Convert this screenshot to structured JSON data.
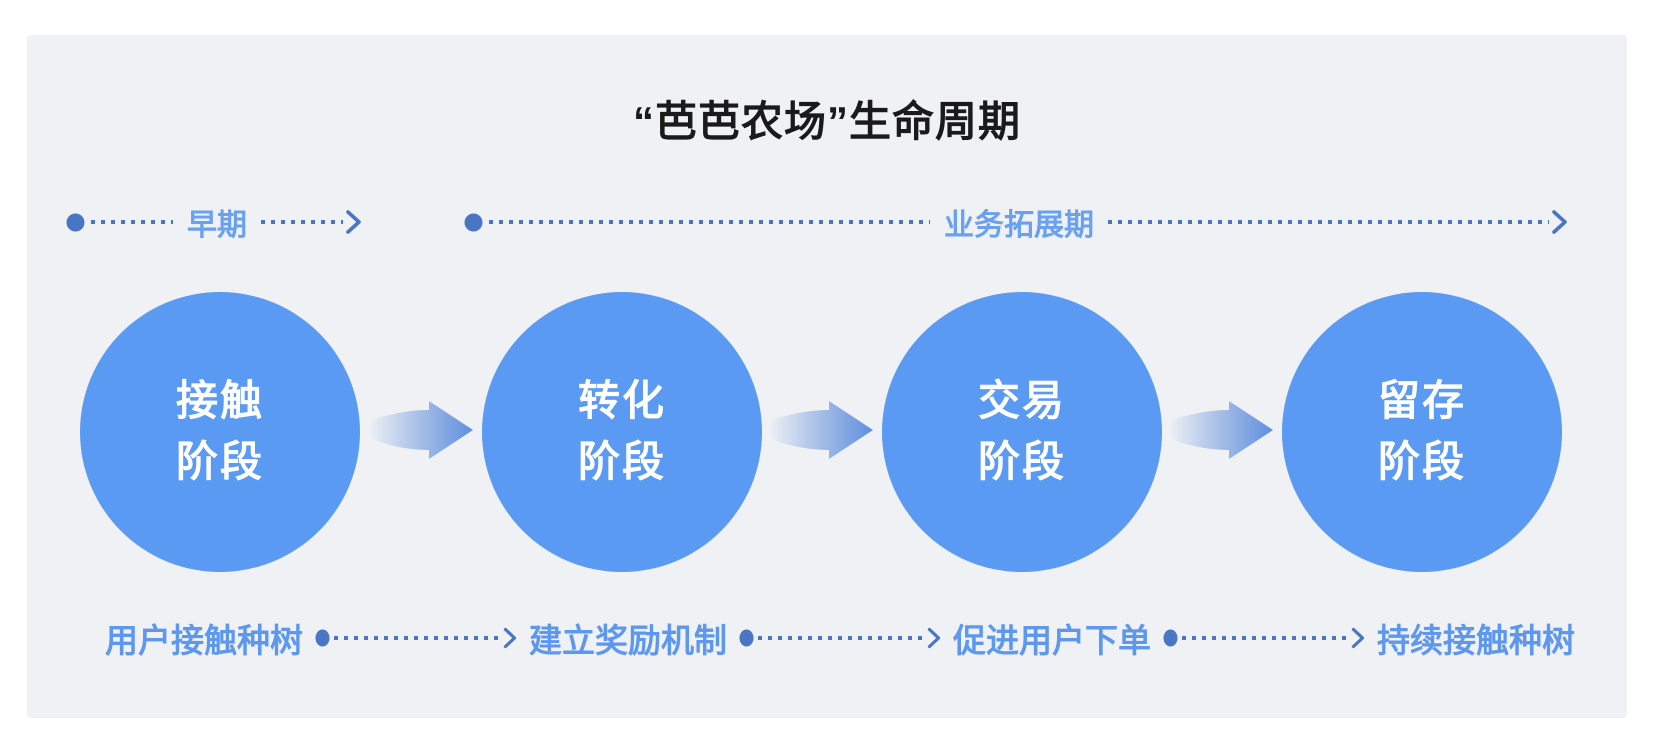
{
  "title": "“芭芭农场”生命周期",
  "timelines": [
    {
      "label": "早期"
    },
    {
      "label": "业务拓展期"
    }
  ],
  "stages": [
    {
      "line1": "接触",
      "line2": "阶段"
    },
    {
      "line1": "转化",
      "line2": "阶段"
    },
    {
      "line1": "交易",
      "line2": "阶段"
    },
    {
      "line1": "留存",
      "line2": "阶段"
    }
  ],
  "bottom_steps": [
    "用户接触种树",
    "建立奖励机制",
    "促进用户下单",
    "持续接触种树"
  ],
  "colors": {
    "page_background": "#FFFFFF",
    "panel_background": "#F0F1F5",
    "stage_circle": "#5A9AF3",
    "title_text": "#1A1A1A",
    "connector_blue": "#4876C4",
    "top_label_blue": "#69A1F0",
    "bottom_label_blue": "#5D97EE",
    "swoosh_gradient_start": "#EEF0F5",
    "swoosh_gradient_end": "#5F8EDF"
  }
}
